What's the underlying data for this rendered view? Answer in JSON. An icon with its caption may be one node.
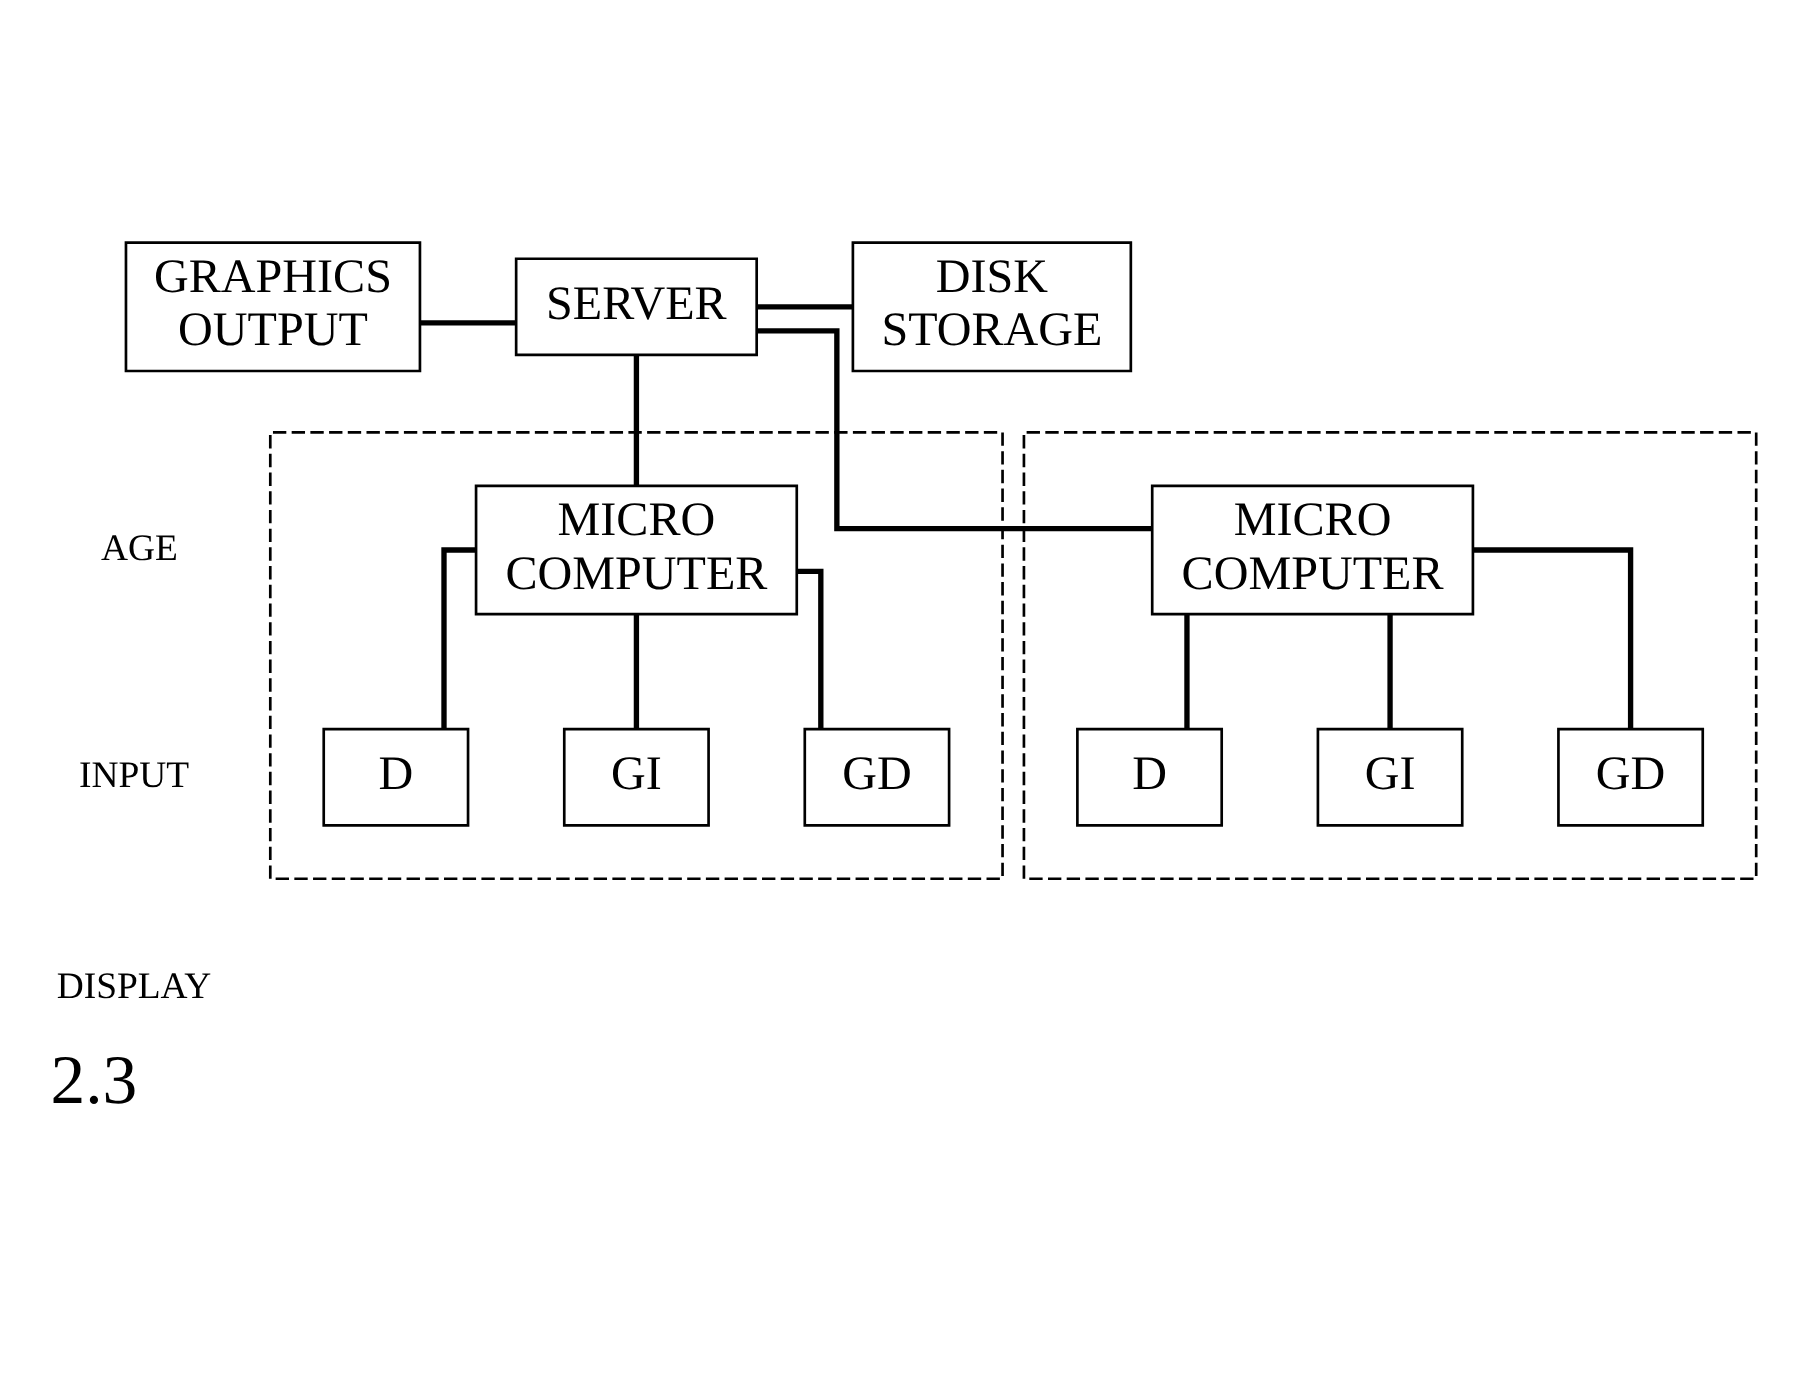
{
  "diagram": {
    "caption": "2.3",
    "nodes": [
      {
        "text": [
          "GRAPHICS OUTPUT"
        ]
      },
      {
        "text": [
          "SERVER"
        ]
      },
      {
        "text": [
          "DISK STORAGE"
        ]
      },
      {
        "text": [],
        "shape": "box"
      },
      {
        "text": [
          "MICRO COMPUTER"
        ],
        "in": 3
      },
      {
        "text": [
          "D"
        ],
        "in": 3
      },
      {
        "text": [
          "GI"
        ],
        "in": 3
      },
      {
        "text": [
          "GD"
        ],
        "in": 3
      },
      {
        "text": [],
        "shape": "box"
      },
      {
        "text": [
          "MICRO COMPUTER"
        ],
        "in": 8
      },
      {
        "text": [
          "D"
        ],
        "in": 8
      },
      {
        "text": [
          "GI"
        ],
        "in": 8
      },
      {
        "text": [
          "GD"
        ],
        "in": 8
      }
    ],
    "edges": [
      {
        "from": 1,
        "to": 0,
        "arrow": "none"
      },
      {
        "from": 1,
        "to": 2,
        "arrow": "none"
      },
      {
        "from": 1,
        "to": 4,
        "arrow": "none"
      },
      {
        "from": 1,
        "to": 9,
        "arrow": "none"
      },
      {
        "from": 4,
        "to": 5,
        "arrow": "none"
      },
      {
        "from": 4,
        "to": 7,
        "arrow": "none"
      },
      {
        "from": 4,
        "to": 6,
        "arrow": "none"
      },
      {
        "from": 9,
        "to": 10,
        "arrow": "none"
      },
      {
        "from": 9,
        "to": 12,
        "arrow": "none"
      },
      {
        "from": 9,
        "to": 11,
        "arrow": "none"
      }
    ],
    "labels": [
      "AGE",
      "INPUT",
      "DISPLAY"
    ]
  }
}
